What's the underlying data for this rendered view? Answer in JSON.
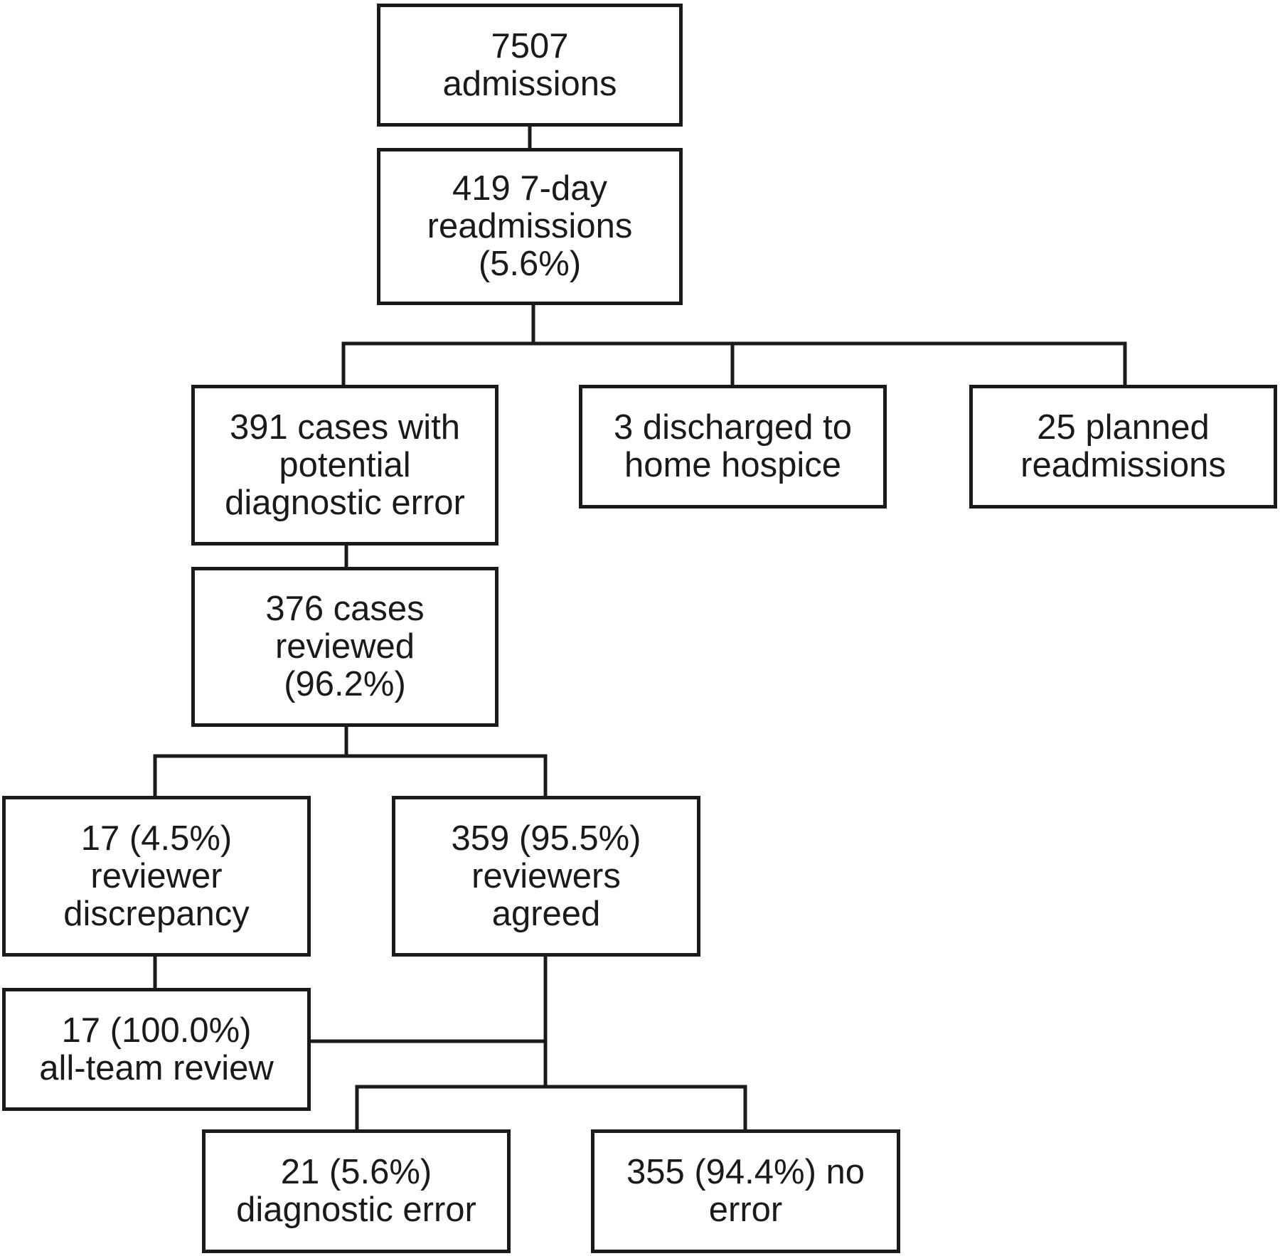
{
  "diagram": {
    "nodes": {
      "admissions": [
        "7507",
        "admissions"
      ],
      "readmissions": [
        "419 7-day",
        "readmissions",
        "(5.6%)"
      ],
      "potential_error": [
        "391 cases with",
        "potential",
        "diagnostic error"
      ],
      "hospice": [
        "3 discharged to",
        "home hospice"
      ],
      "planned": [
        "25 planned",
        "readmissions"
      ],
      "reviewed": [
        "376 cases",
        "reviewed",
        "(96.2%)"
      ],
      "discrepancy": [
        "17 (4.5%)",
        "reviewer",
        "discrepancy"
      ],
      "agreed": [
        "359 (95.5%)",
        "reviewers",
        "agreed"
      ],
      "all_team": [
        "17 (100.0%)",
        "all-team review"
      ],
      "diag_error": [
        "21 (5.6%)",
        "diagnostic error"
      ],
      "no_error": [
        "355 (94.4%) no",
        "error"
      ]
    }
  }
}
